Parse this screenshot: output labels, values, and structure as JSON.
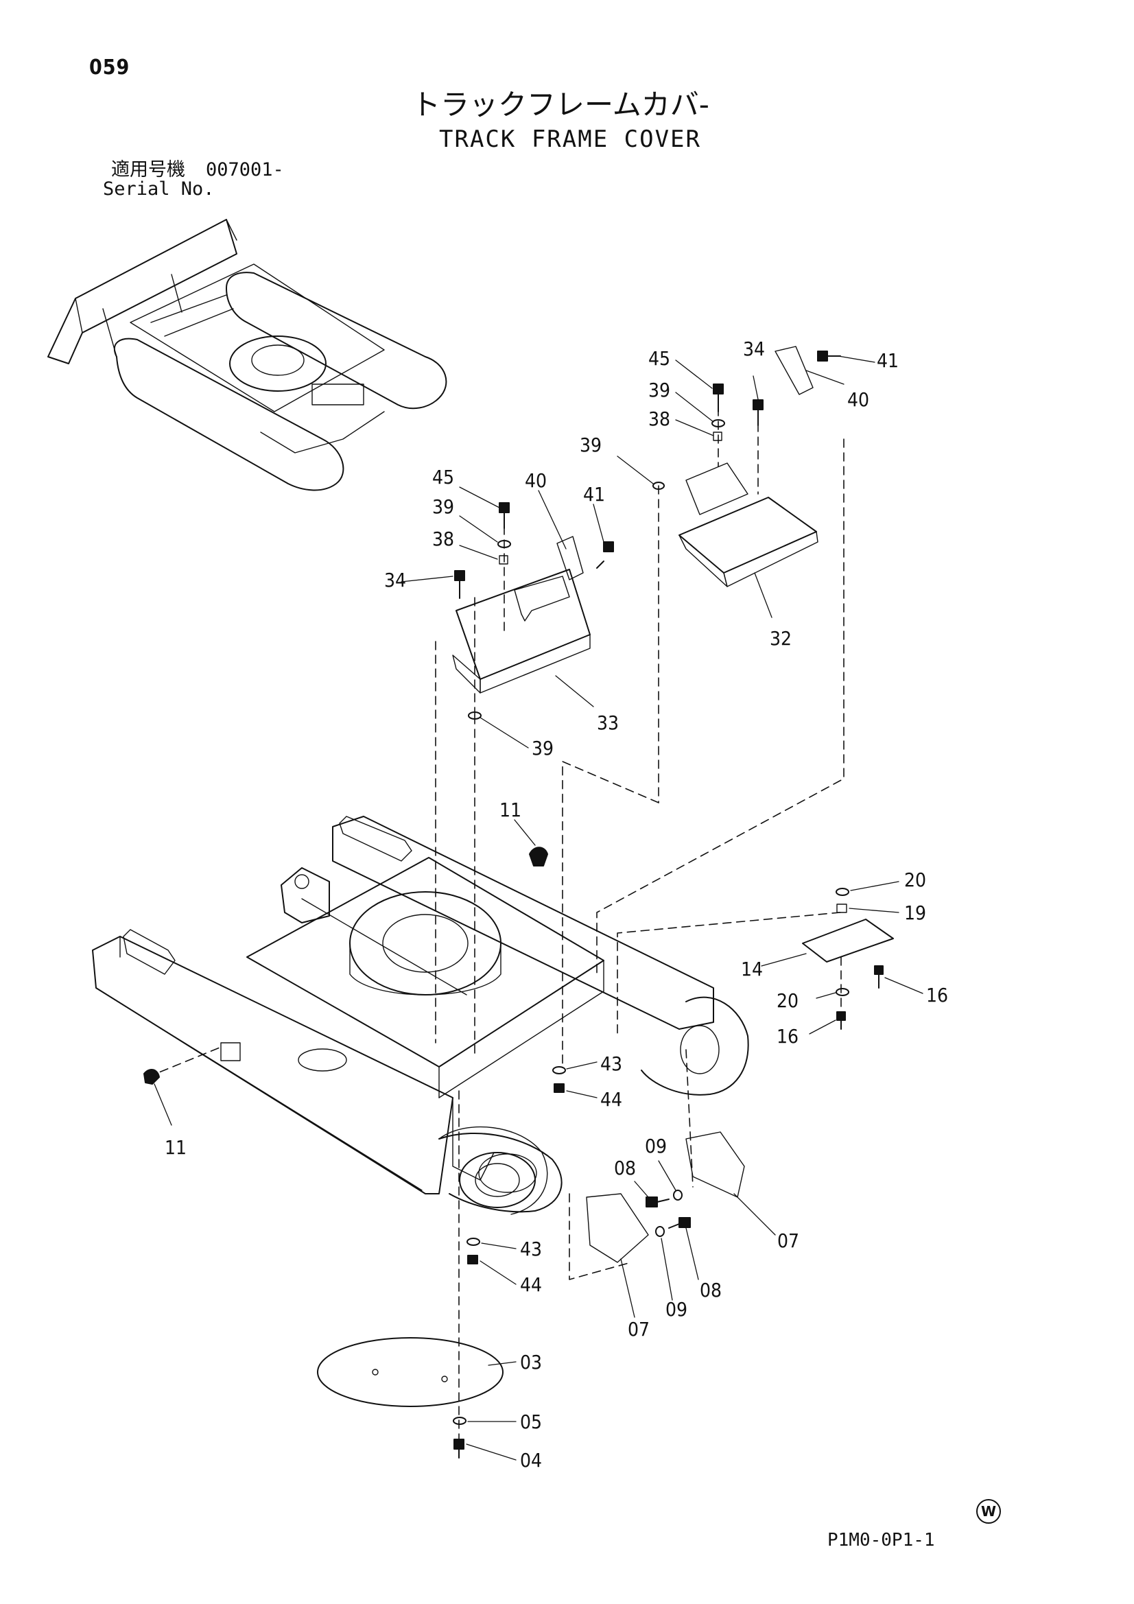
{
  "header": {
    "page_number": "059",
    "title_jp": "トラックフレームカバ-",
    "title_en": "TRACK FRAME COVER",
    "serial_label_jp": "適用号機",
    "serial_range": "007001-",
    "serial_label_en": "Serial No."
  },
  "footer": {
    "w_mark": "W",
    "drawing_code": "P1M0-0P1-1"
  },
  "callouts": {
    "c45a": "45",
    "c34a": "34",
    "c41a": "41",
    "c39a": "39",
    "c40a": "40",
    "c38a": "38",
    "c39b": "39",
    "c32": "32",
    "c45b": "45",
    "c40b": "40",
    "c41b": "41",
    "c39c": "39",
    "c38b": "38",
    "c34b": "34",
    "c33": "33",
    "c39d": "39",
    "c11a": "11",
    "c11b": "11",
    "c20a": "20",
    "c19": "19",
    "c14": "14",
    "c16a": "16",
    "c20b": "20",
    "c16b": "16",
    "c43a": "43",
    "c44a": "44",
    "c09a": "09",
    "c08a": "08",
    "c07a": "07",
    "c08b": "08",
    "c09b": "09",
    "c07b": "07",
    "c43b": "43",
    "c44b": "44",
    "c03": "03",
    "c05": "05",
    "c04": "04"
  }
}
